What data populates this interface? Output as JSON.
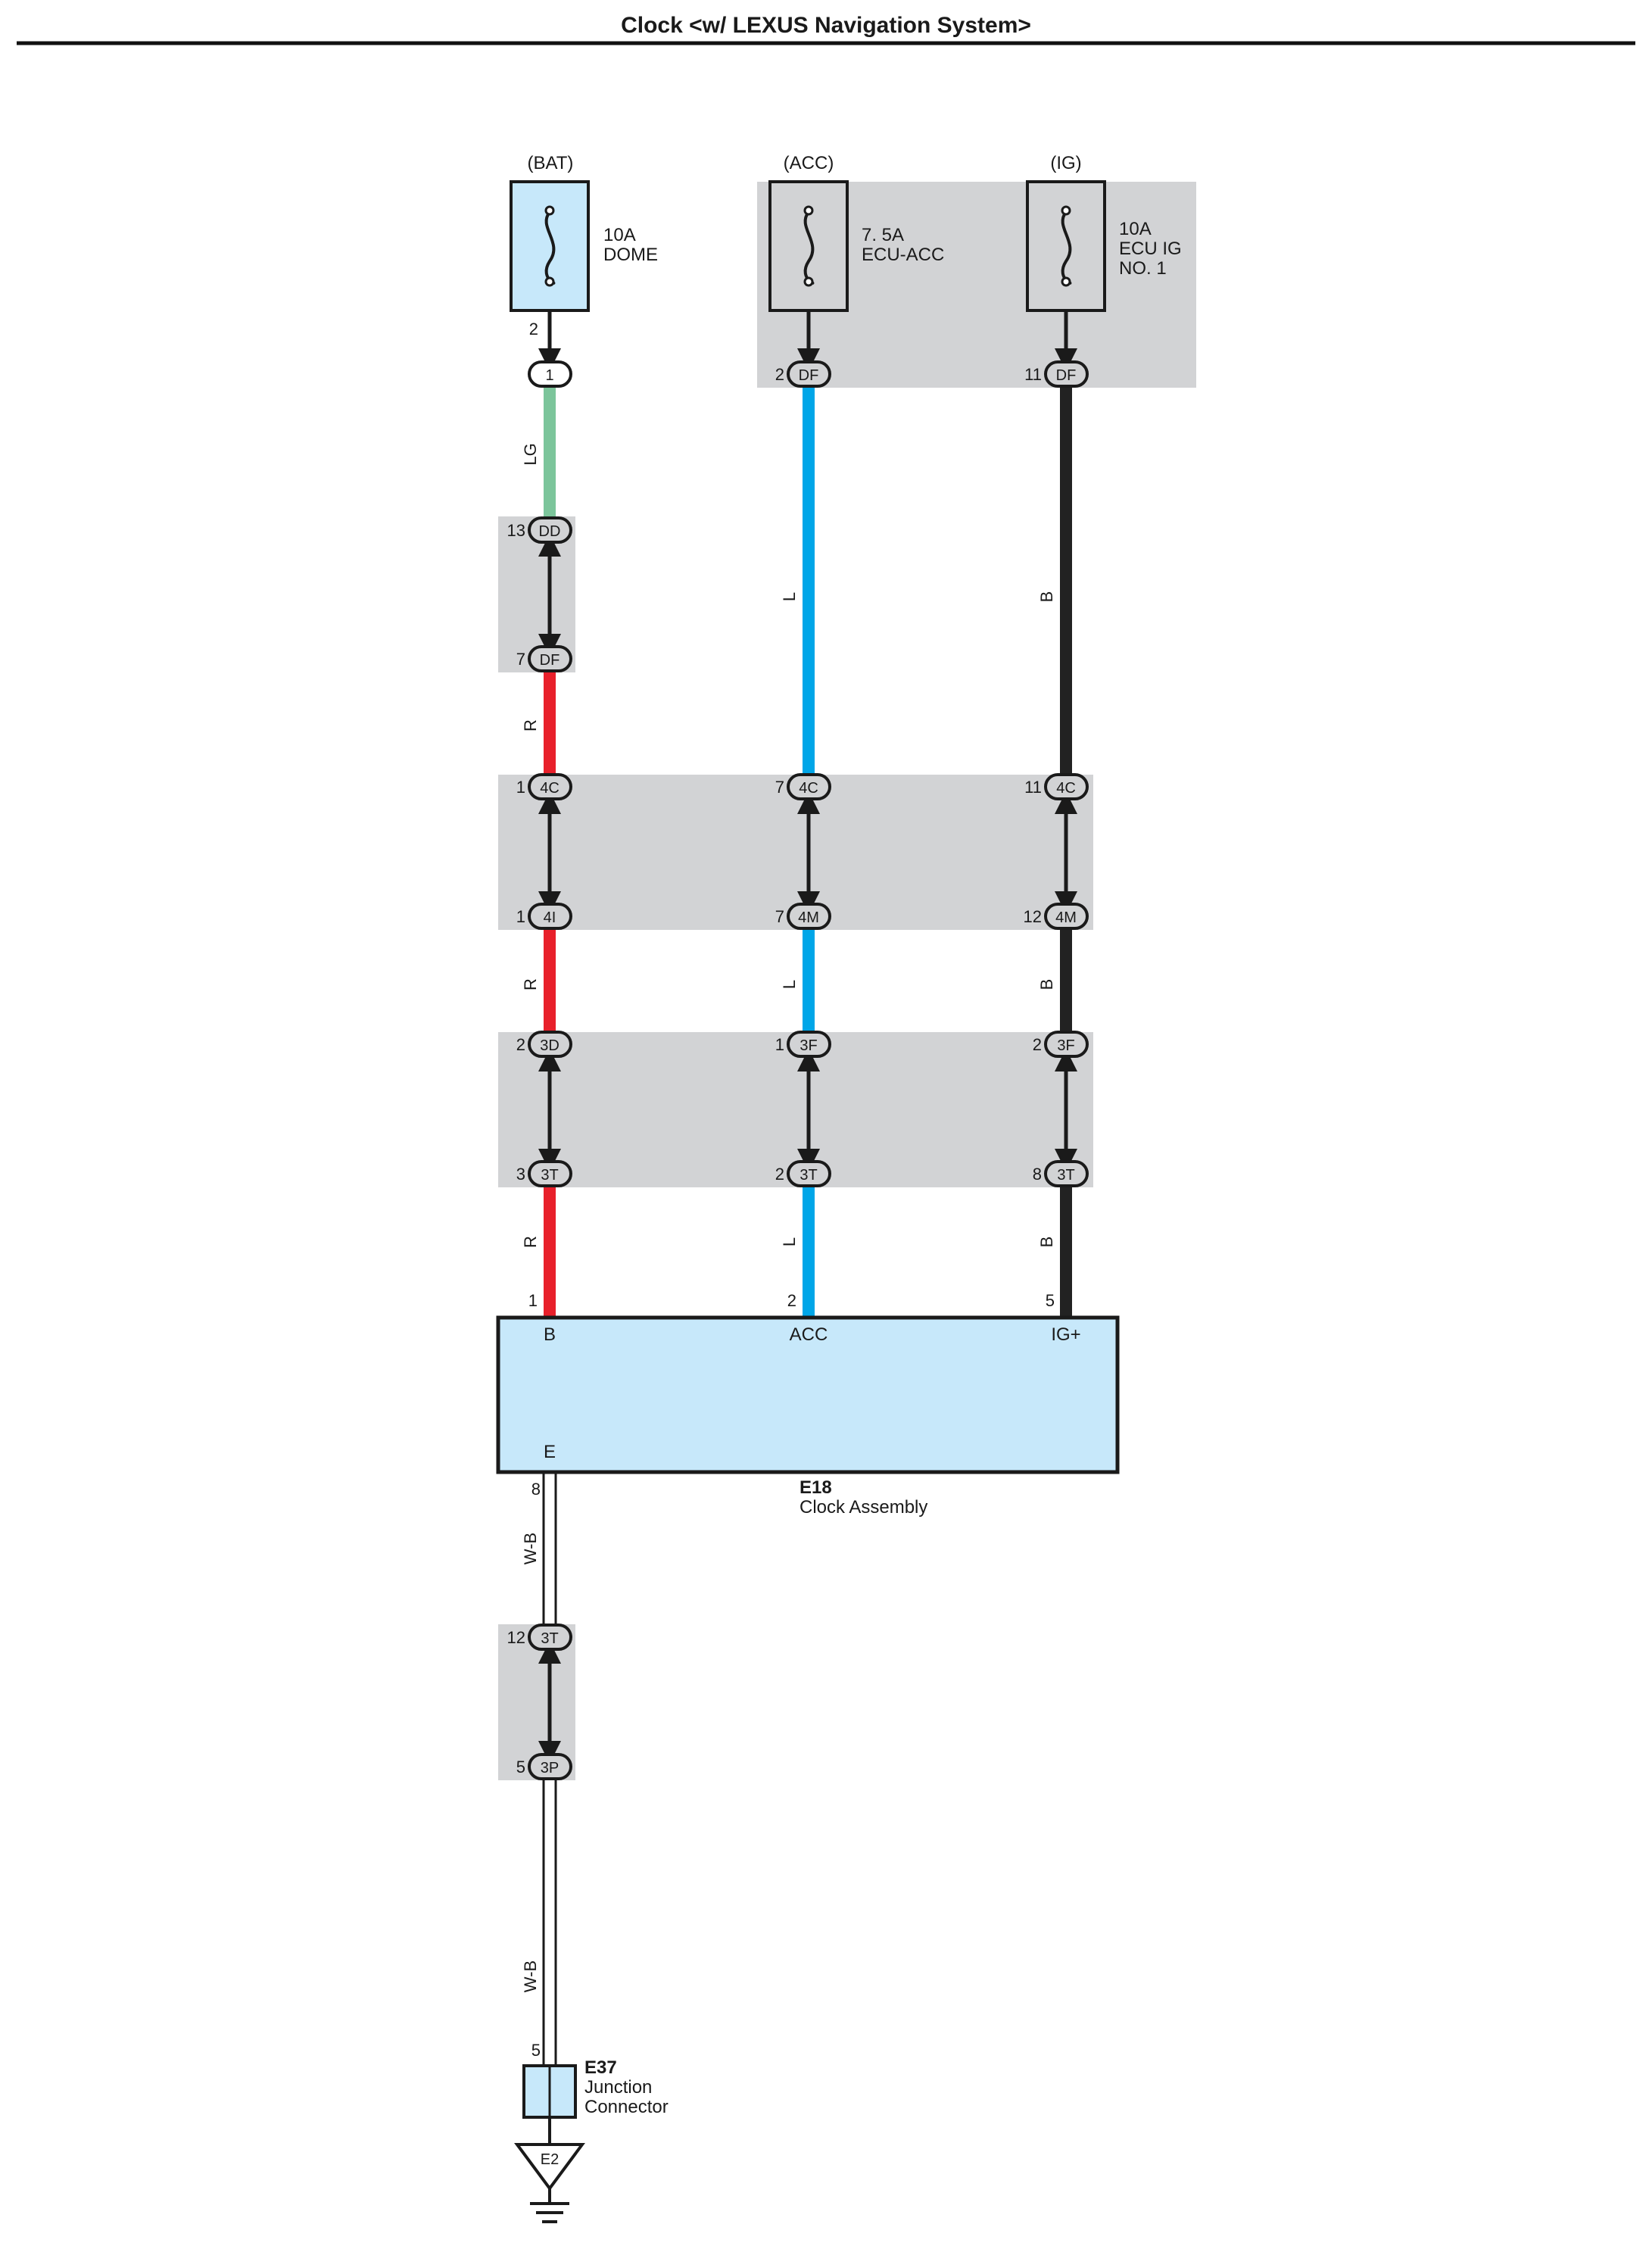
{
  "title": "Clock <w/ LEXUS Navigation System>",
  "colors": {
    "LG": "#7cc59b",
    "L": "#00a6e8",
    "B": "#222222",
    "R": "#e8202b",
    "W-B": "#ffffff",
    "shade": "#d2d3d5",
    "component": "#c7e8fa"
  },
  "fuses": [
    {
      "source": "(BAT)",
      "rating": "10A",
      "name": "DOME"
    },
    {
      "source": "(ACC)",
      "rating": "7. 5A",
      "name": "ECU-ACC"
    },
    {
      "source": "(IG)",
      "rating": "10A",
      "name": "ECU IG",
      "name2": "NO. 1"
    }
  ],
  "connectors": {
    "bat_top": {
      "pin_above": "2",
      "pin": "",
      "code": "1"
    },
    "acc_top": {
      "pin": "2",
      "code": "DF"
    },
    "ig_top": {
      "pin": "11",
      "code": "DF"
    },
    "bat_j1a": {
      "pin": "13",
      "code": "DD"
    },
    "bat_j1b": {
      "pin": "7",
      "code": "DF"
    },
    "row2a": [
      {
        "pin": "1",
        "code": "4C"
      },
      {
        "pin": "7",
        "code": "4C"
      },
      {
        "pin": "11",
        "code": "4C"
      }
    ],
    "row2b": [
      {
        "pin": "1",
        "code": "4I"
      },
      {
        "pin": "7",
        "code": "4M"
      },
      {
        "pin": "12",
        "code": "4M"
      }
    ],
    "row3a": [
      {
        "pin": "2",
        "code": "3D"
      },
      {
        "pin": "1",
        "code": "3F"
      },
      {
        "pin": "2",
        "code": "3F"
      }
    ],
    "row3b": [
      {
        "pin": "3",
        "code": "3T"
      },
      {
        "pin": "2",
        "code": "3T"
      },
      {
        "pin": "8",
        "code": "3T"
      }
    ],
    "ground_a": {
      "pin": "12",
      "code": "3T"
    },
    "ground_b": {
      "pin": "5",
      "code": "3P"
    }
  },
  "wires": {
    "bat1": "LG",
    "bat2": "R",
    "bat3": "R",
    "bat4": "R",
    "acc1": "L",
    "acc2": "L",
    "acc3": "L",
    "ig1": "B",
    "ig2": "B",
    "ig3": "B",
    "gnd1": "W-B",
    "gnd2": "W-B"
  },
  "clock": {
    "code": "E18",
    "name": "Clock Assembly",
    "pins": [
      {
        "num": "1",
        "label": "B"
      },
      {
        "num": "2",
        "label": "ACC"
      },
      {
        "num": "5",
        "label": "IG+"
      }
    ],
    "ground_pin": {
      "num": "8",
      "label": "E"
    }
  },
  "junction": {
    "pin": "5",
    "code": "E37",
    "name1": "Junction",
    "name2": "Connector"
  },
  "ground": {
    "code": "E2"
  }
}
